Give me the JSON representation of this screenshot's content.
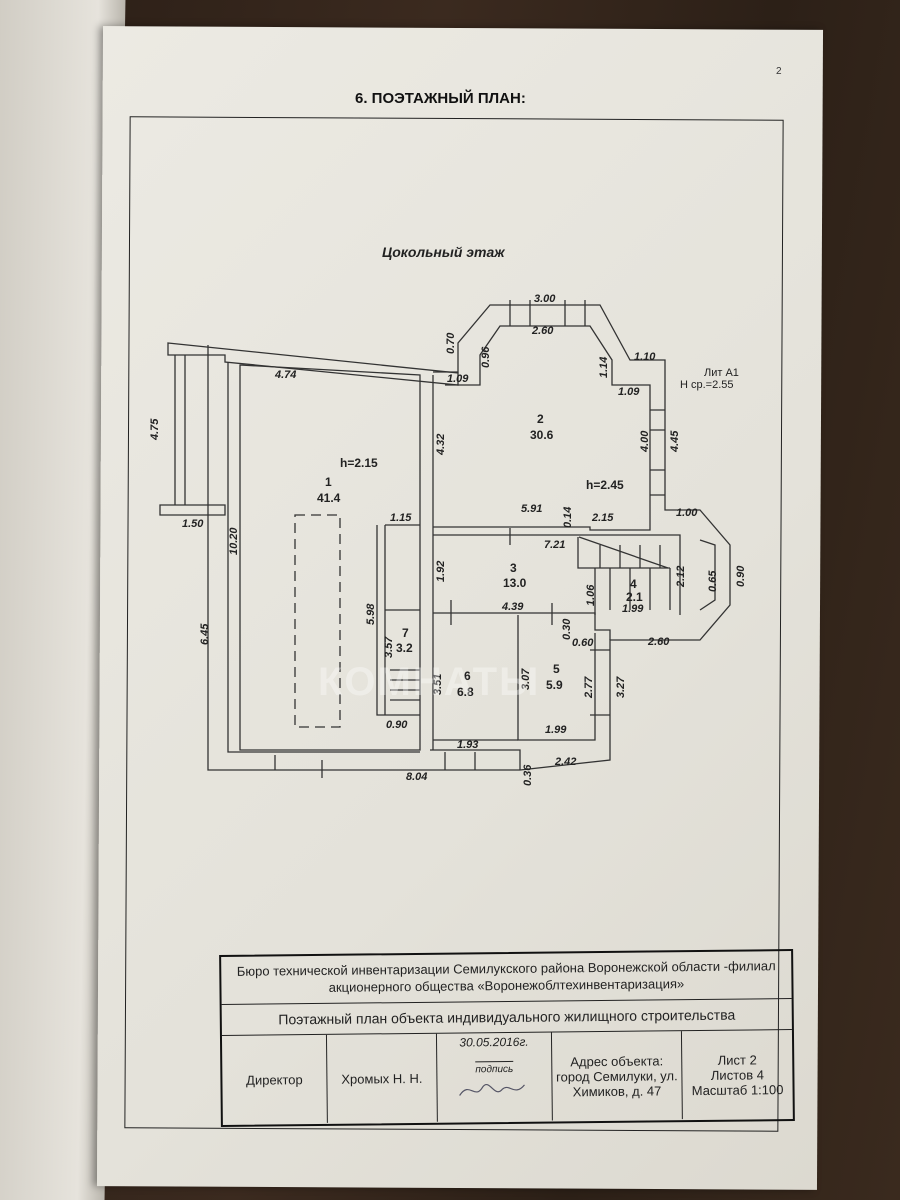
{
  "page": {
    "number": "2",
    "section_title": "6. ПОЭТАЖНЫЙ ПЛАН:",
    "floor_title": "Цокольный этаж",
    "watermark": "КОМНАТЫ"
  },
  "plan": {
    "lit": "Лит А1",
    "avg_height": "Н ср.=2.55",
    "rooms": [
      {
        "num": "1",
        "area": "41.4",
        "height": "h=2.15"
      },
      {
        "num": "2",
        "area": "30.6",
        "height": "h=2.45"
      },
      {
        "num": "3",
        "area": "13.0"
      },
      {
        "num": "4",
        "area": "2.1"
      },
      {
        "num": "5",
        "area": "5.9"
      },
      {
        "num": "6",
        "area": "6.8"
      },
      {
        "num": "7",
        "area": "3.2"
      }
    ],
    "dims": [
      "4.75",
      "1.50",
      "10.20",
      "6.45",
      "4.74",
      "1.15",
      "5.98",
      "1.92",
      "3.57",
      "0.90",
      "3.51",
      "1.93",
      "8.04",
      "0.36",
      "2.42",
      "1.99",
      "3.07",
      "2.77",
      "3.27",
      "2.60",
      "0.30",
      "0.60",
      "4.39",
      "1.06",
      "1.99",
      "2.12",
      "0.65",
      "0.90",
      "1.00",
      "7.21",
      "5.91",
      "0.14",
      "2.15",
      "4.00",
      "4.45",
      "1.09",
      "1.14",
      "1.10",
      "3.00",
      "2.60",
      "0.70",
      "0.96",
      "1.09",
      "4.32"
    ]
  },
  "stamp": {
    "org": "Бюро технической инвентаризации Семилукского района Воронежской области -филиал акционерного общества «Воронежоблтехинвентаризация»",
    "doc": "Поэтажный план объекта индивидуального жилищного строительства",
    "position": "Директор",
    "name": "Хромых Н. Н.",
    "date": "30.05.2016г.",
    "signature_label": "подпись",
    "address_label": "Адрес объекта:",
    "address": "город Семилуки, ул. Химиков, д. 47",
    "sheet": "Лист 2",
    "sheets": "Листов 4",
    "scale": "Масштаб 1:100"
  }
}
